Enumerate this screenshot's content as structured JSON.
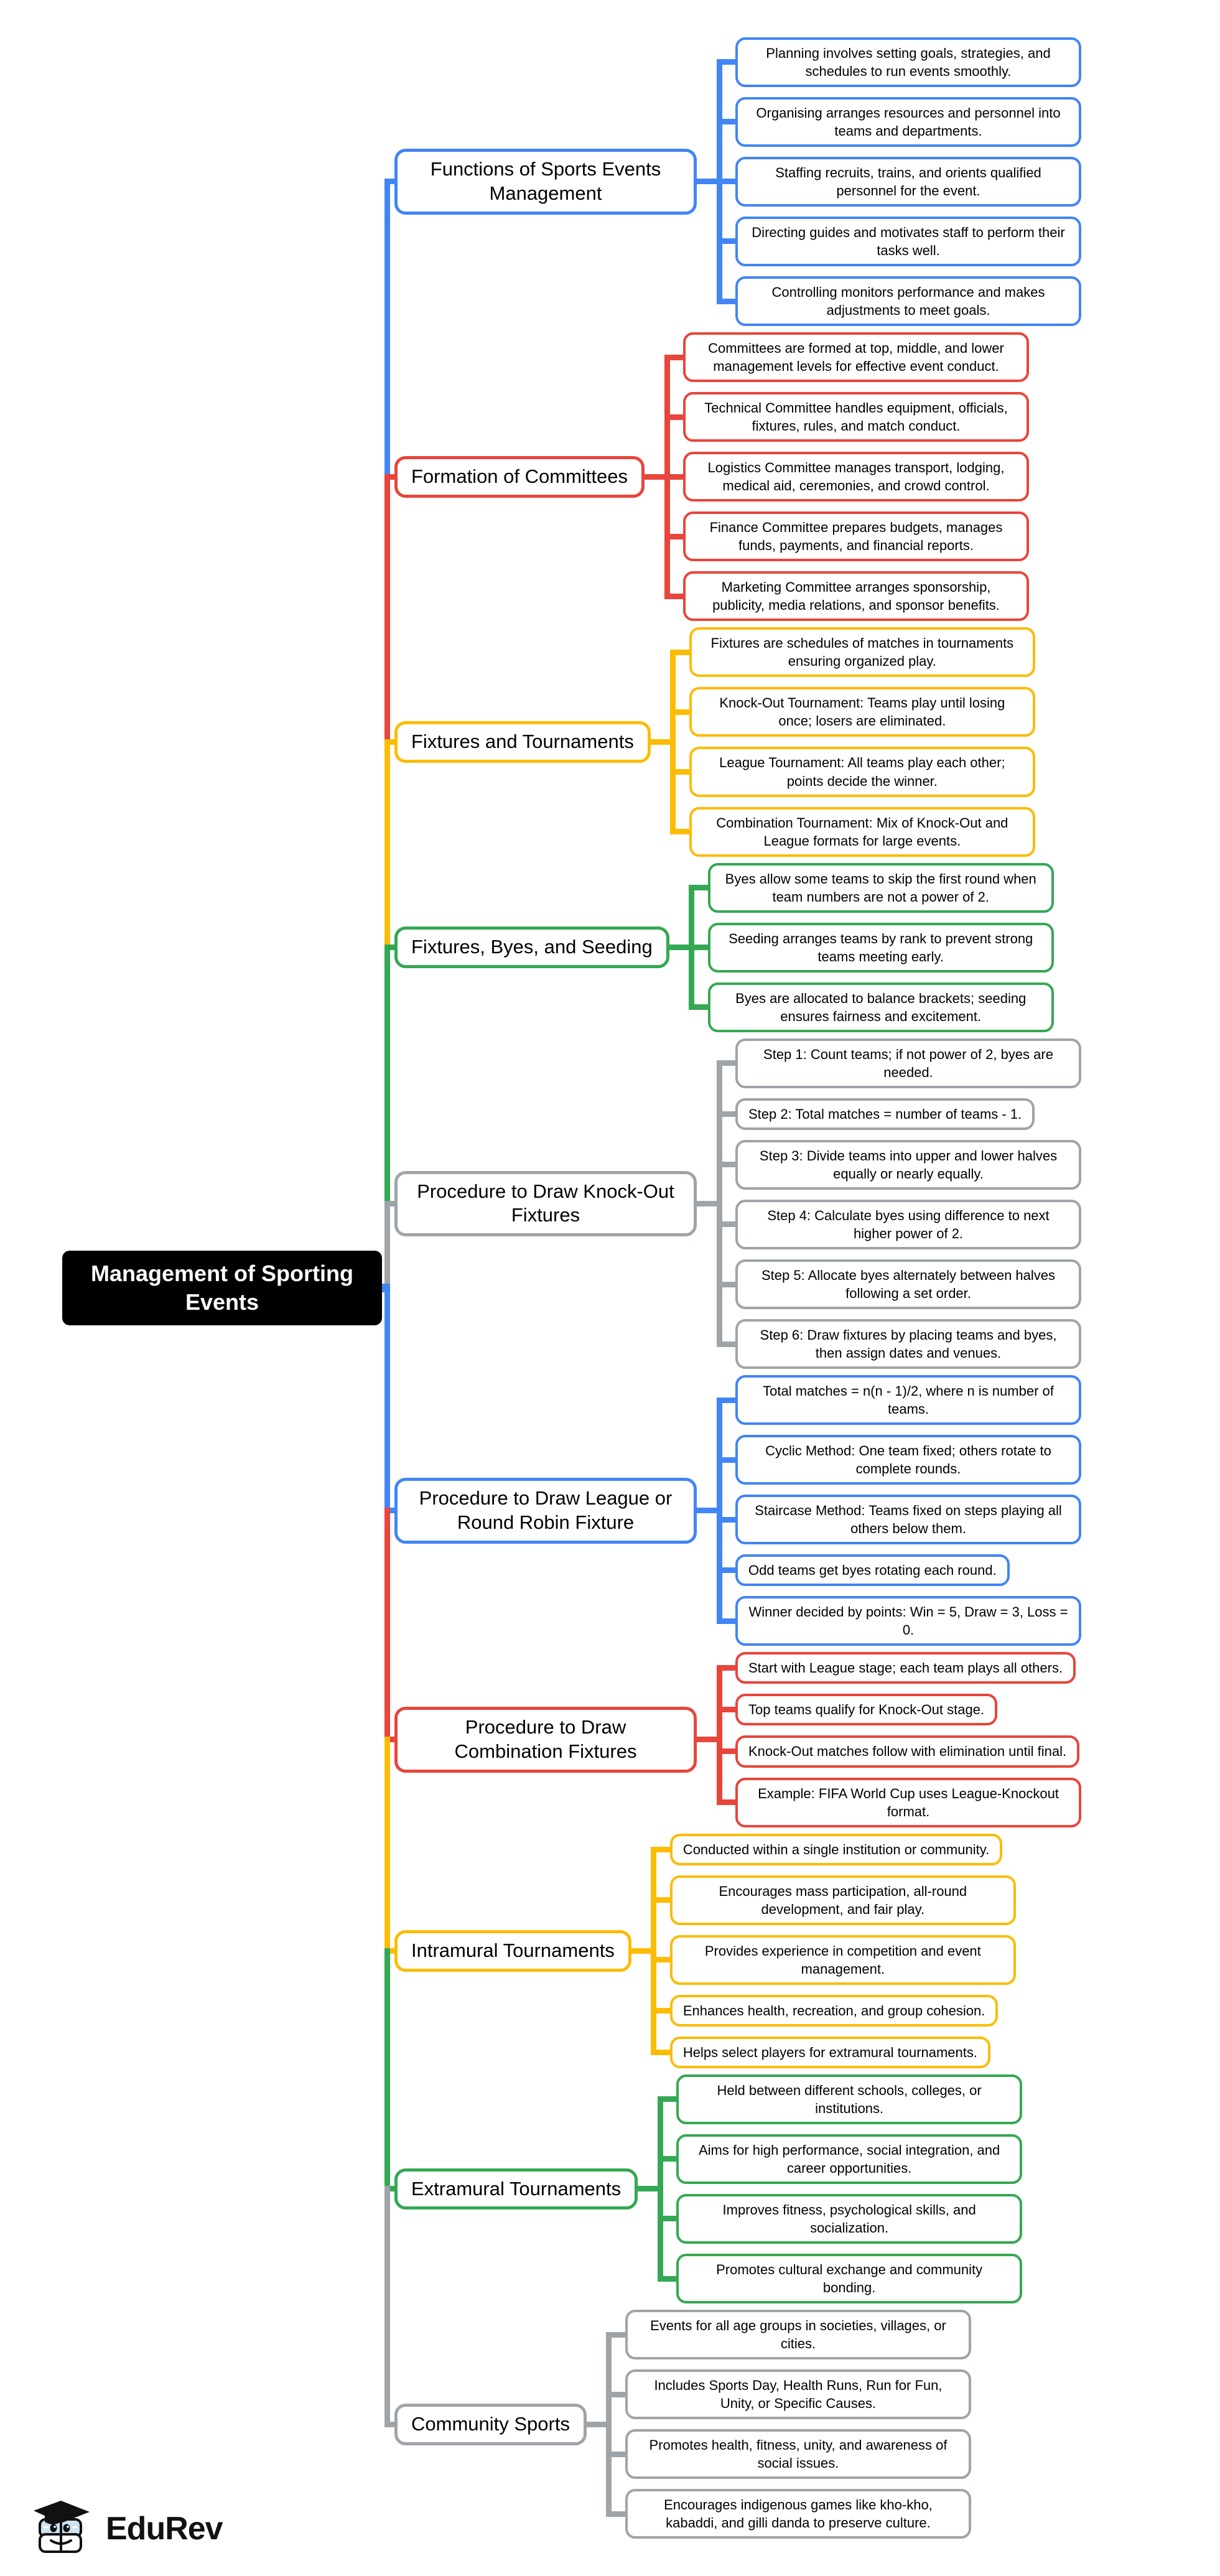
{
  "root": {
    "label": "Management of Sporting Events"
  },
  "logo": {
    "text": "EduRev",
    "icon": "graduate-books-mascot-icon"
  },
  "colors": {
    "blue": "#4285F4",
    "red": "#E8453C",
    "yellow": "#FBBC05",
    "green": "#34A853",
    "gray": "#9FA4A9",
    "root_bg": "#000000",
    "root_text": "#FFFFFF"
  },
  "branches": [
    {
      "label": "Functions of Sports Events Management",
      "color": "blue",
      "leaves": [
        "Planning involves setting goals, strategies, and schedules to run events smoothly.",
        "Organising arranges resources and personnel into teams and departments.",
        "Staffing recruits, trains, and orients qualified personnel for the event.",
        "Directing guides and motivates staff to perform their tasks well.",
        "Controlling monitors performance and makes adjustments to meet goals."
      ]
    },
    {
      "label": "Formation of Committees",
      "color": "red",
      "leaves": [
        "Committees are formed at top, middle, and lower management levels for effective event conduct.",
        "Technical Committee handles equipment, officials, fixtures, rules, and match conduct.",
        "Logistics Committee manages transport, lodging, medical aid, ceremonies, and crowd control.",
        "Finance Committee prepares budgets, manages funds, payments, and financial reports.",
        "Marketing Committee arranges sponsorship, publicity, media relations, and sponsor benefits."
      ]
    },
    {
      "label": "Fixtures and Tournaments",
      "color": "yellow",
      "leaves": [
        "Fixtures are schedules of matches in tournaments ensuring organized play.",
        "Knock-Out Tournament: Teams play until losing once; losers are eliminated.",
        "League Tournament: All teams play each other; points decide the winner.",
        "Combination Tournament: Mix of Knock-Out and League formats for large events."
      ]
    },
    {
      "label": "Fixtures, Byes, and Seeding",
      "color": "green",
      "leaves": [
        "Byes allow some teams to skip the first round when team numbers are not a power of 2.",
        "Seeding arranges teams by rank to prevent strong teams meeting early.",
        "Byes are allocated to balance brackets; seeding ensures fairness and excitement."
      ]
    },
    {
      "label": "Procedure to Draw Knock-Out Fixtures",
      "color": "gray",
      "leaves": [
        "Step 1: Count teams; if not power of 2, byes are needed.",
        "Step 2: Total matches = number of teams - 1.",
        "Step 3: Divide teams into upper and lower halves equally or nearly equally.",
        "Step 4: Calculate byes using difference to next higher power of 2.",
        "Step 5: Allocate byes alternately between halves following a set order.",
        "Step 6: Draw fixtures by placing teams and byes, then assign dates and venues."
      ]
    },
    {
      "label": "Procedure to Draw League or Round Robin Fixture",
      "color": "blue",
      "leaves": [
        "Total matches = n(n - 1)/2, where n is number of teams.",
        "Cyclic Method: One team fixed; others rotate to complete rounds.",
        "Staircase Method: Teams fixed on steps playing all others below them.",
        "Odd teams get byes rotating each round.",
        "Winner decided by points: Win = 5, Draw = 3, Loss = 0."
      ]
    },
    {
      "label": "Procedure to Draw Combination Fixtures",
      "color": "red",
      "leaves": [
        "Start with League stage; each team plays all others.",
        "Top teams qualify for Knock-Out stage.",
        "Knock-Out matches follow with elimination until final.",
        "Example: FIFA World Cup uses League-Knockout format."
      ]
    },
    {
      "label": "Intramural Tournaments",
      "color": "yellow",
      "leaves": [
        "Conducted within a single institution or community.",
        "Encourages mass participation, all-round development, and fair play.",
        "Provides experience in competition and event management.",
        "Enhances health, recreation, and group cohesion.",
        "Helps select players for extramural tournaments."
      ]
    },
    {
      "label": "Extramural Tournaments",
      "color": "green",
      "leaves": [
        "Held between different schools, colleges, or institutions.",
        "Aims for high performance, social integration, and career opportunities.",
        "Improves fitness, psychological skills, and socialization.",
        "Promotes cultural exchange and community bonding."
      ]
    },
    {
      "label": "Community Sports",
      "color": "gray",
      "leaves": [
        "Events for all age groups in societies, villages, or cities.",
        "Includes Sports Day, Health Runs, Run for Fun, Unity, or Specific Causes.",
        "Promotes health, fitness, unity, and awareness of social issues.",
        "Encourages indigenous games like kho-kho, kabaddi, and gilli danda to preserve culture."
      ]
    }
  ]
}
